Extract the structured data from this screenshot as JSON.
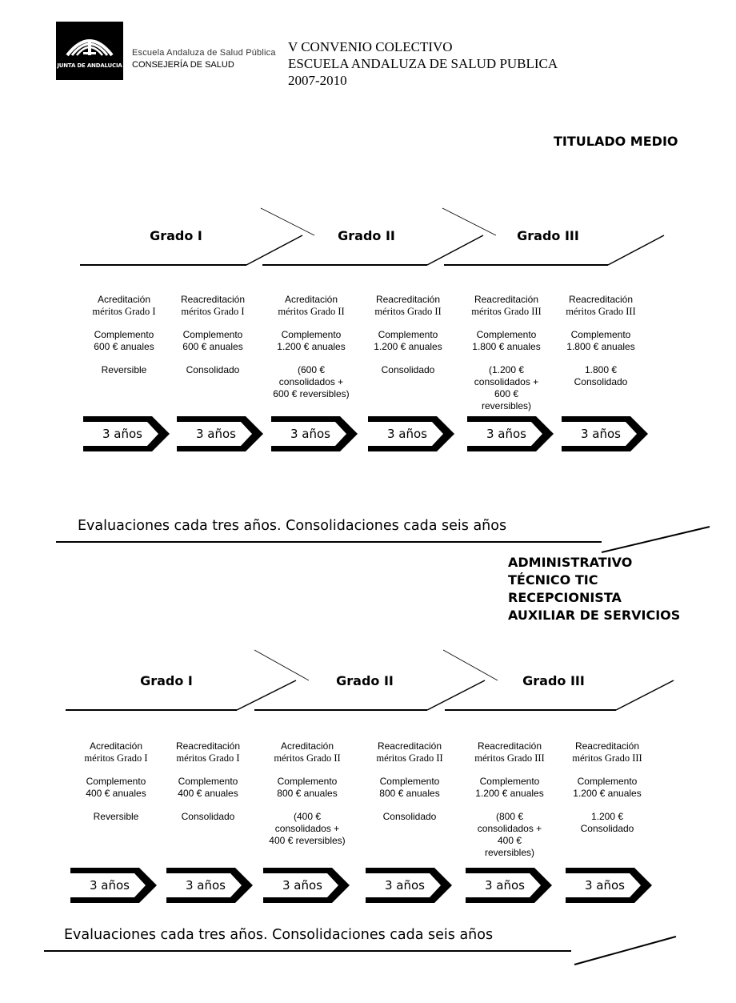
{
  "header": {
    "logo_caption": "JUNTA DE ANDALUCIA",
    "org_line1": "Escuela Andaluza de Salud Pública",
    "org_line2": "CONSEJERÍA DE SALUD",
    "doc_line1": "V CONVENIO COLECTIVO",
    "doc_line2": "ESCUELA ANDALUZA DE SALUD PUBLICA",
    "doc_line3": "2007-2010"
  },
  "section1": {
    "titles": [
      "TITULADO MEDIO"
    ],
    "grados": [
      "Grado I",
      "Grado II",
      "Grado III"
    ],
    "columns": [
      {
        "l1": "Acreditación",
        "l2": "méritos Grado I",
        "c1": "Complemento",
        "c2": "600 € anuales",
        "s": [
          "Reversible"
        ]
      },
      {
        "l1": "Reacreditación",
        "l2": "méritos Grado I",
        "c1": "Complemento",
        "c2": "600 € anuales",
        "s": [
          "Consolidado"
        ]
      },
      {
        "l1": "Acreditación",
        "l2": "méritos Grado II",
        "c1": "Complemento",
        "c2": "1.200 € anuales",
        "s": [
          "(600 €",
          "consolidados +",
          "600 € reversibles)"
        ]
      },
      {
        "l1": "Reacreditación",
        "l2": "méritos Grado II",
        "c1": "Complemento",
        "c2": "1.200 € anuales",
        "s": [
          "Consolidado"
        ]
      },
      {
        "l1": "Reacreditación",
        "l2": "méritos Grado III",
        "c1": "Complemento",
        "c2": "1.800 € anuales",
        "s": [
          "(1.200 €",
          "consolidados +",
          "600 €",
          "reversibles)"
        ]
      },
      {
        "l1": "Reacreditación",
        "l2": "méritos Grado III",
        "c1": "Complemento",
        "c2": "1.800 € anuales",
        "s": [
          "1.800 €",
          "Consolidado"
        ]
      }
    ],
    "arrows": [
      "3 años",
      "3 años",
      "3 años",
      "3 años",
      "3 años",
      "3 años"
    ],
    "footer": "Evaluaciones cada tres años. Consolidaciones cada seis años"
  },
  "section2": {
    "titles": [
      "ADMINISTRATIVO",
      "TÉCNICO TIC",
      "RECEPCIONISTA",
      "AUXILIAR DE SERVICIOS"
    ],
    "grados": [
      "Grado I",
      "Grado II",
      "Grado III"
    ],
    "columns": [
      {
        "l1": "Acreditación",
        "l2": "méritos Grado I",
        "c1": "Complemento",
        "c2": "400 € anuales",
        "s": [
          "Reversible"
        ]
      },
      {
        "l1": "Reacreditación",
        "l2": "méritos Grado I",
        "c1": "Complemento",
        "c2": "400 € anuales",
        "s": [
          "Consolidado"
        ]
      },
      {
        "l1": "Acreditación",
        "l2": "méritos Grado II",
        "c1": "Complemento",
        "c2": "800 € anuales",
        "s": [
          "(400 €",
          "consolidados +",
          "400 € reversibles)"
        ]
      },
      {
        "l1": "Reacreditación",
        "l2": "méritos Grado II",
        "c1": "Complemento",
        "c2": "800 € anuales",
        "s": [
          "Consolidado"
        ]
      },
      {
        "l1": "Reacreditación",
        "l2": "méritos Grado III",
        "c1": "Complemento",
        "c2": "1.200 € anuales",
        "s": [
          "(800 €",
          "consolidados +",
          "400 €",
          "reversibles)"
        ]
      },
      {
        "l1": "Reacreditación",
        "l2": "méritos Grado III",
        "c1": "Complemento",
        "c2": "1.200 € anuales",
        "s": [
          "1.200 €",
          "Consolidado"
        ]
      }
    ],
    "arrows": [
      "3 años",
      "3 años",
      "3 años",
      "3 años",
      "3 años",
      "3 años"
    ],
    "footer": "Evaluaciones cada tres años. Consolidaciones cada seis años"
  }
}
